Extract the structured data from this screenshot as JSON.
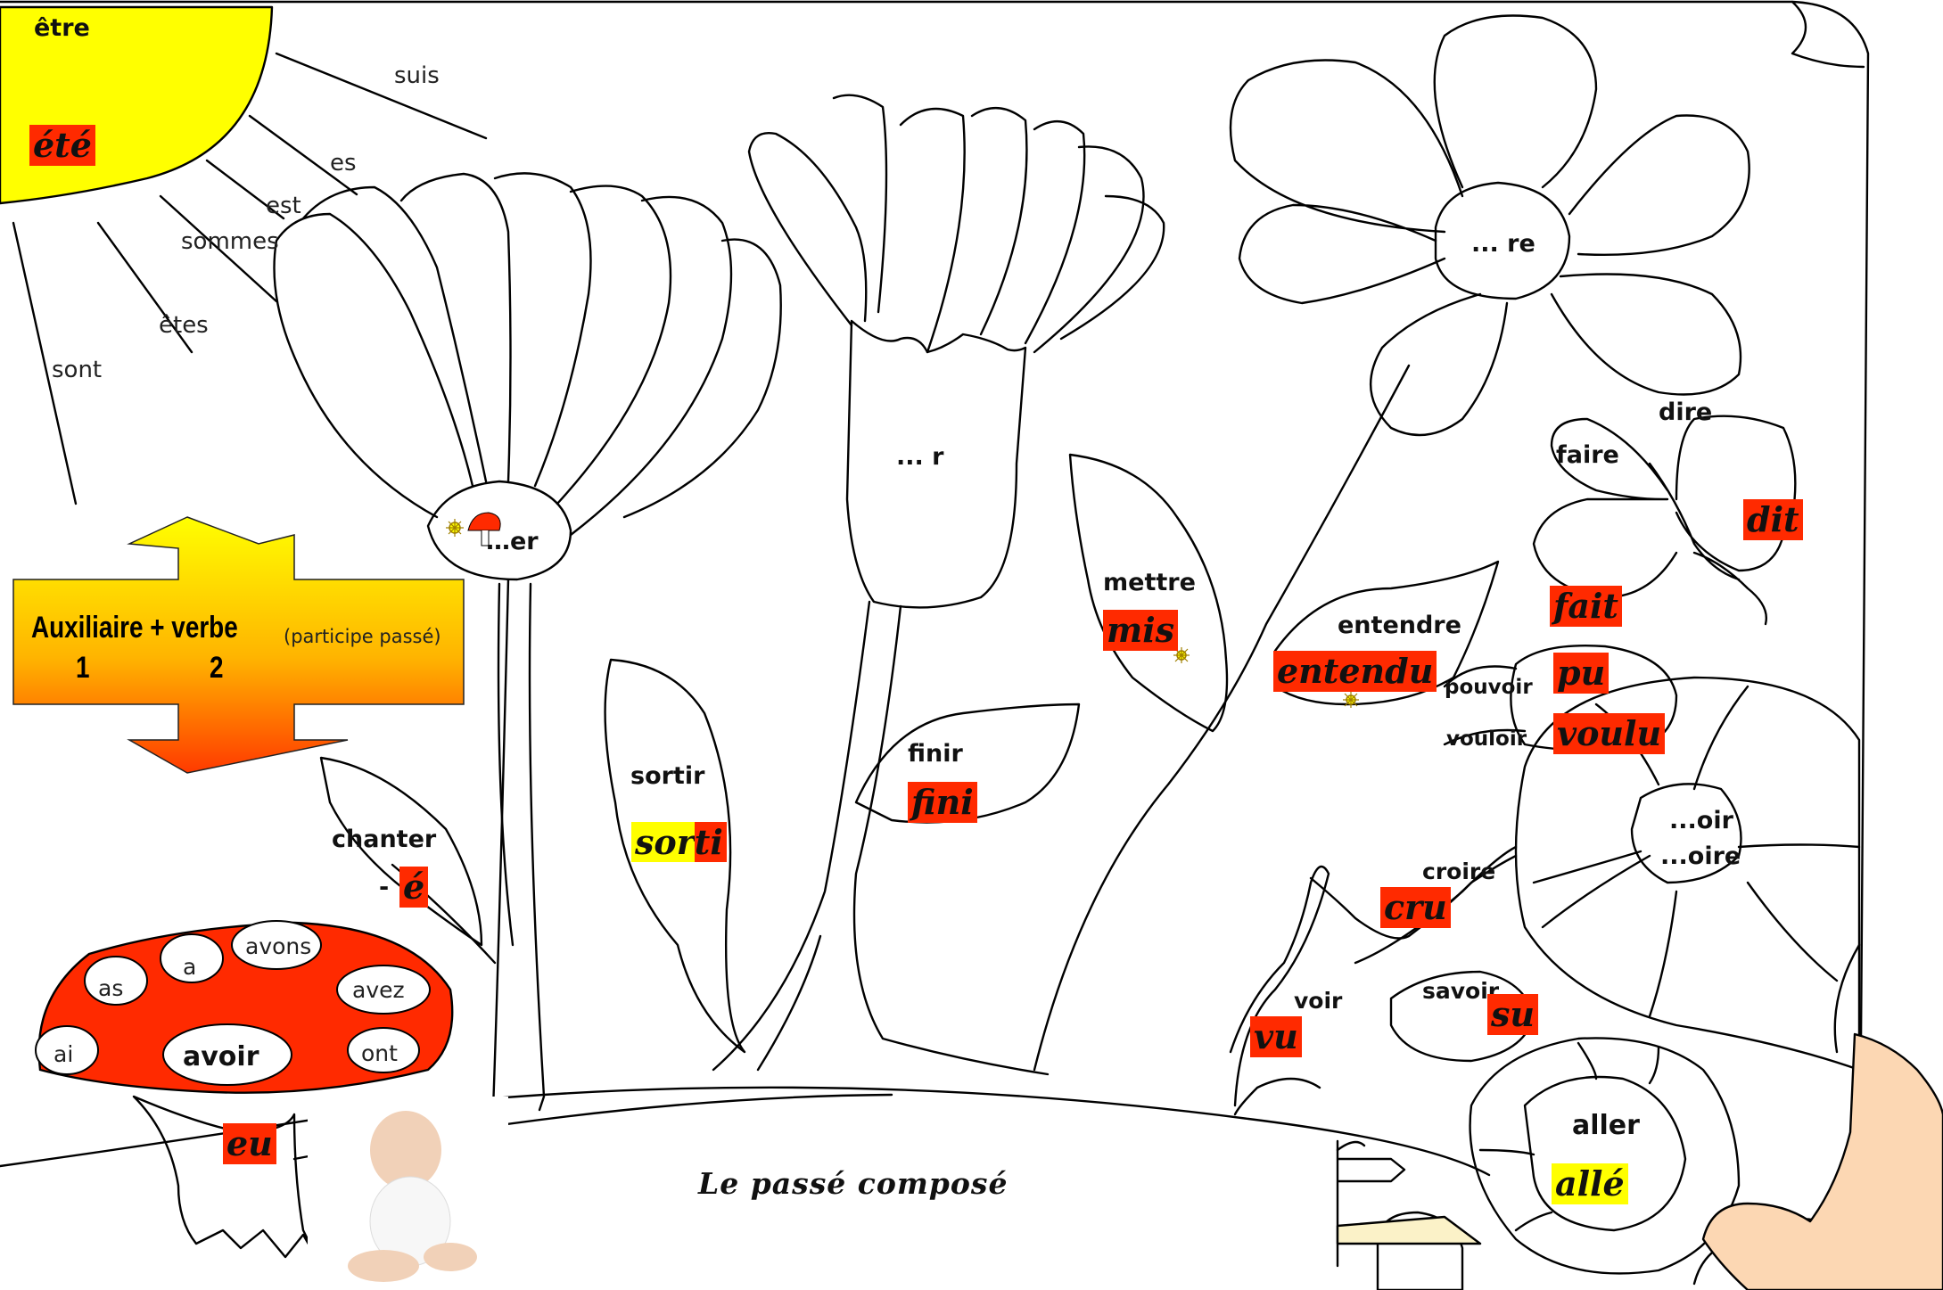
{
  "title": "Le passé  composé",
  "etre": {
    "verb": "être",
    "participle": "été",
    "forms": [
      "suis",
      "es",
      "est",
      "sommes",
      "êtes",
      "sont"
    ]
  },
  "avoir": {
    "verb": "avoir",
    "participle": "eu",
    "forms": [
      "ai",
      "as",
      "a",
      "avons",
      "avez",
      "ont"
    ]
  },
  "rule": {
    "auxiliaire": "Auxiliaire",
    "plus": "+",
    "verbe": "verbe",
    "note": "(participe passé)",
    "num1": "1",
    "num2": "2"
  },
  "groups": {
    "er": "…er",
    "r": "... r",
    "re": "... re",
    "oir": "...oir",
    "oire": "...oire"
  },
  "verbs": {
    "chanter": {
      "infinitive": "chanter",
      "dash": "-",
      "participle": "é"
    },
    "sortir": {
      "infinitive": "sortir",
      "participle_yellow": "sor",
      "participle_red": "ti"
    },
    "finir": {
      "infinitive": "finir",
      "participle": "fini"
    },
    "mettre": {
      "infinitive": "mettre",
      "participle": "mis"
    },
    "entendre": {
      "infinitive": "entendre",
      "participle": "entendu"
    },
    "faire": {
      "infinitive": "faire",
      "participle": "fait"
    },
    "dire": {
      "infinitive": "dire",
      "participle": "dit"
    },
    "pouvoir": {
      "infinitive": "pouvoir",
      "participle": "pu"
    },
    "vouloir": {
      "infinitive": "vouloir",
      "participle": "voulu"
    },
    "croire": {
      "infinitive": "croire",
      "participle": "cru"
    },
    "voir": {
      "infinitive": "voir",
      "participle": "vu"
    },
    "savoir": {
      "infinitive": "savoir",
      "participle": "su"
    },
    "aller": {
      "infinitive": "aller",
      "participle": "allé"
    }
  },
  "colors": {
    "sun": "#ffff00",
    "answer_red": "#ff2a00",
    "answer_yellow": "#ffff00",
    "mushroom": "#ff2a00",
    "arrow_top": "#ffff00",
    "arrow_bottom": "#ff4000"
  }
}
